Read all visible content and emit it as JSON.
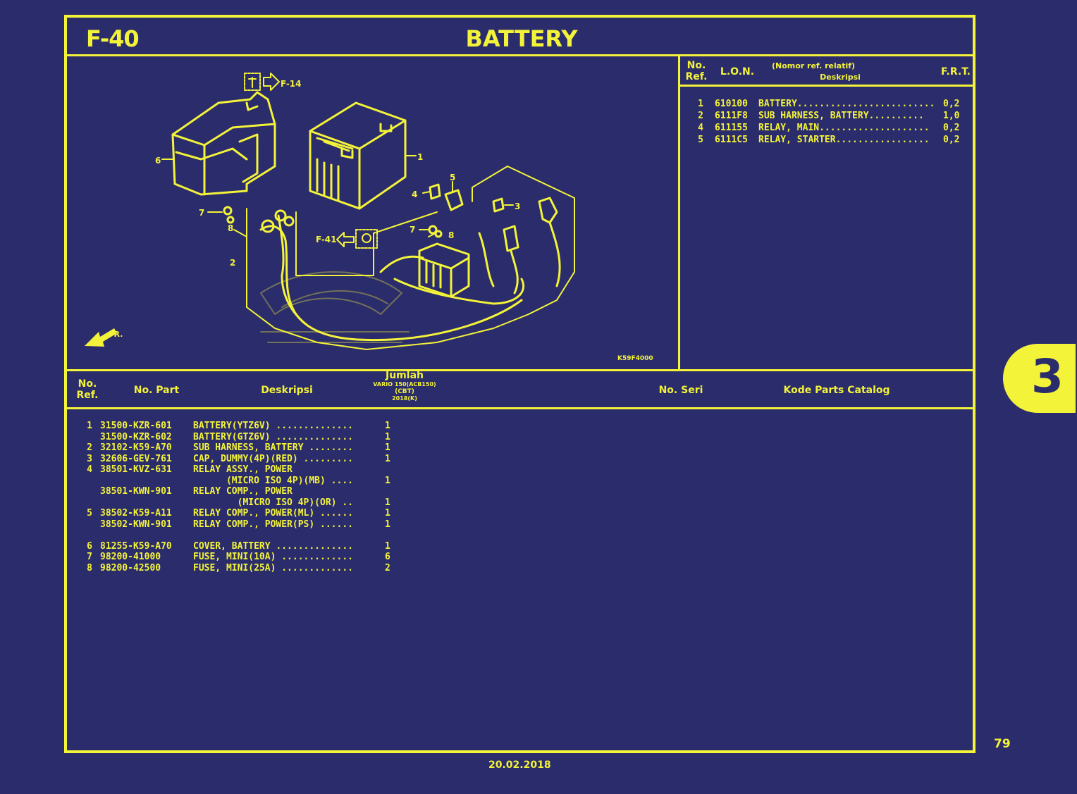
{
  "page": {
    "code": "F-40",
    "title": "BATTERY",
    "section_tab": "3",
    "page_number": "79",
    "date": "20.02.2018"
  },
  "frt_table": {
    "headers": {
      "no": "No.",
      "ref": "Ref.",
      "lon": "L.O.N.",
      "nomor": "(Nomor ref. relatif)",
      "deskripsi": "Deskripsi",
      "frt": "F.R.T."
    },
    "rows": [
      {
        "ref": "1",
        "lon": "610100",
        "desc": "BATTERY.........................",
        "frt": "0,2"
      },
      {
        "ref": "2",
        "lon": "6111F8",
        "desc": "SUB HARNESS, BATTERY..........",
        "frt": "1,0"
      },
      {
        "ref": "4",
        "lon": "611155",
        "desc": "RELAY, MAIN....................",
        "frt": "0,2"
      },
      {
        "ref": "5",
        "lon": "6111C5",
        "desc": "RELAY, STARTER.................",
        "frt": "0,2"
      }
    ]
  },
  "parts_table": {
    "headers": {
      "no": "No.",
      "ref": "Ref.",
      "part": "No. Part",
      "desc": "Deskripsi",
      "jumlah": "Jumlah",
      "model": "VARIO 150(ACB150)",
      "cbt": "(CBT)",
      "year": "2018(K)",
      "seri": "No. Seri",
      "kode": "Kode Parts Catalog"
    },
    "rows": [
      {
        "ref": "1",
        "part": "31500-KZR-601",
        "desc": "BATTERY(YTZ6V) ..............",
        "qty": "1"
      },
      {
        "ref": "",
        "part": "31500-KZR-602",
        "desc": "BATTERY(GTZ6V) ..............",
        "qty": "1"
      },
      {
        "ref": "2",
        "part": "32102-K59-A70",
        "desc": "SUB HARNESS, BATTERY ........",
        "qty": "1"
      },
      {
        "ref": "3",
        "part": "32606-GEV-761",
        "desc": "CAP, DUMMY(4P)(RED) .........",
        "qty": "1"
      },
      {
        "ref": "4",
        "part": "38501-KVZ-631",
        "desc": "RELAY ASSY., POWER",
        "qty": ""
      },
      {
        "ref": "",
        "part": "",
        "desc": "      (MICRO ISO 4P)(MB) ....",
        "qty": "1"
      },
      {
        "ref": "",
        "part": "38501-KWN-901",
        "desc": "RELAY COMP., POWER",
        "qty": ""
      },
      {
        "ref": "",
        "part": "",
        "desc": "        (MICRO ISO 4P)(OR) ..",
        "qty": "1"
      },
      {
        "ref": "5",
        "part": "38502-K59-A11",
        "desc": "RELAY COMP., POWER(ML) ......",
        "qty": "1"
      },
      {
        "ref": "",
        "part": "38502-KWN-901",
        "desc": "RELAY COMP., POWER(PS) ......",
        "qty": "1"
      },
      {
        "ref": "",
        "part": "",
        "desc": "",
        "qty": ""
      },
      {
        "ref": "6",
        "part": "81255-K59-A70",
        "desc": "COVER, BATTERY ..............",
        "qty": "1"
      },
      {
        "ref": "7",
        "part": "98200-41000",
        "desc": "FUSE, MINI(10A) .............",
        "qty": "6"
      },
      {
        "ref": "8",
        "part": "98200-42500",
        "desc": "FUSE, MINI(25A) .............",
        "qty": "2"
      }
    ]
  },
  "diagram": {
    "labels": [
      "1",
      "2",
      "3",
      "4",
      "5",
      "6",
      "7",
      "8",
      "7",
      "8",
      "F-14",
      "F-41",
      "FR.",
      "K59F4000"
    ]
  },
  "colors": {
    "background": "#2b2c6b",
    "ink": "#f3f33a"
  }
}
